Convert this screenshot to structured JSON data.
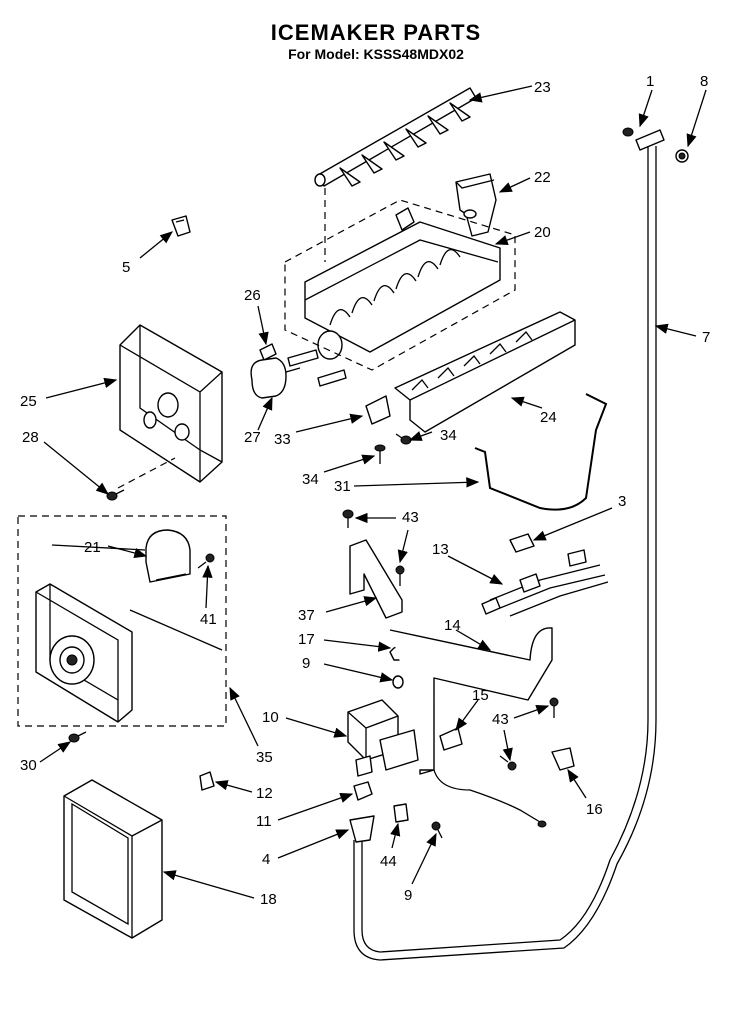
{
  "title": "ICEMAKER PARTS",
  "subtitle": "For Model: KSSS48MDX02",
  "callouts": [
    "1",
    "8",
    "23",
    "22",
    "20",
    "5",
    "26",
    "25",
    "27",
    "28",
    "33",
    "34",
    "34",
    "24",
    "31",
    "7",
    "3",
    "43",
    "13",
    "21",
    "41",
    "37",
    "17",
    "14",
    "9",
    "15",
    "43",
    "10",
    "16",
    "35",
    "30",
    "12",
    "11",
    "4",
    "44",
    "9",
    "18"
  ]
}
